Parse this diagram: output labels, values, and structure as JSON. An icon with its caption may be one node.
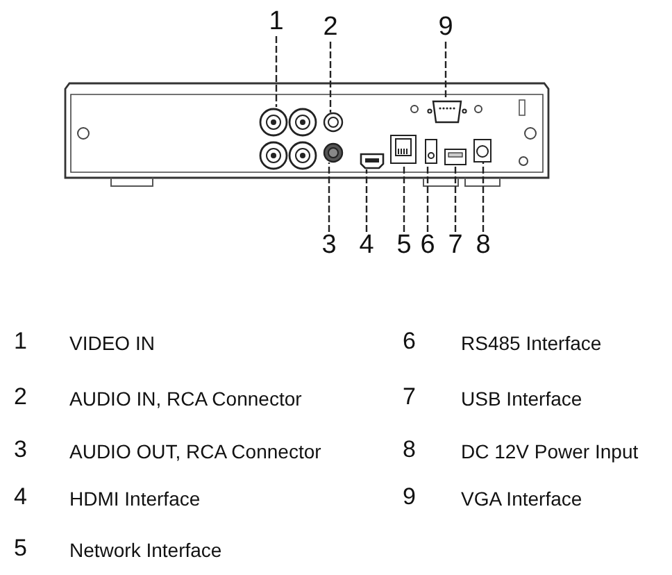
{
  "diagram": {
    "nodes": [
      {
        "text": [
          "1"
        ]
      },
      {
        "text": [
          "2"
        ]
      },
      {
        "text": [
          "9"
        ]
      },
      {
        "text": [],
        "shape": "circle"
      },
      {
        "text": [],
        "shape": "circle"
      },
      {
        "text": [],
        "shape": "box"
      },
      {
        "text": [],
        "shape": "circle"
      },
      {
        "text": [],
        "shape": "box"
      },
      {
        "text": [],
        "shape": "box"
      },
      {
        "text": [],
        "shape": "box"
      },
      {
        "text": [],
        "shape": "box"
      },
      {
        "text": [],
        "shape": "box"
      },
      {
        "text": [
          "3"
        ]
      },
      {
        "text": [
          "4"
        ]
      },
      {
        "text": [
          "5"
        ]
      },
      {
        "text": [
          "6"
        ]
      },
      {
        "text": [
          "7"
        ]
      },
      {
        "text": [
          "8"
        ]
      }
    ],
    "edges": [
      {
        "from": 0,
        "to": 3,
        "arrow": "none"
      },
      {
        "from": 1,
        "to": 4,
        "arrow": "none"
      },
      {
        "from": 2,
        "to": 5,
        "arrow": "none"
      },
      {
        "from": 12,
        "to": 6,
        "arrow": "none"
      },
      {
        "from": 13,
        "to": 7,
        "arrow": "none"
      },
      {
        "from": 14,
        "to": 8,
        "arrow": "none"
      },
      {
        "from": 15,
        "to": 9,
        "arrow": "none"
      },
      {
        "from": 16,
        "to": 10,
        "arrow": "none"
      },
      {
        "from": 17,
        "to": 11,
        "arrow": "none"
      }
    ],
    "labels": [
      "1",
      "VIDEO IN",
      "6",
      "RS485 Interface",
      "2",
      "AUDIO IN, RCA Connector",
      "7",
      "USB Interface",
      "3",
      "AUDIO OUT, RCA Connector",
      "8",
      "DC 12V Power Input",
      "4",
      "HDMI Interface",
      "9",
      "VGA Interface",
      "5",
      "Network Interface"
    ]
  }
}
